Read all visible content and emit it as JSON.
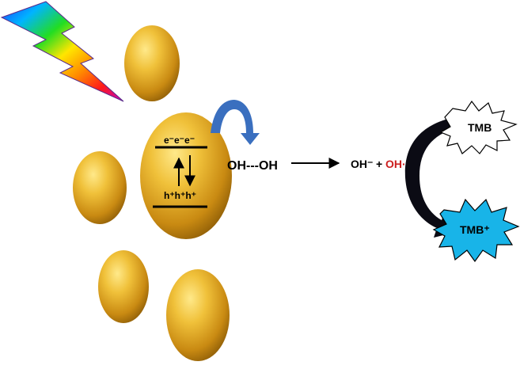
{
  "bands": {
    "electrons": "e⁻e⁻e⁻",
    "holes": "h⁺h⁺h⁺"
  },
  "reactant": "OH---OH",
  "products": {
    "hydroxide": "OH⁻",
    "plus": "+",
    "radical": "OH·"
  },
  "substrate": {
    "reduced": "TMB",
    "oxidized": "TMB⁺"
  },
  "colors": {
    "gold": "#d9a21e",
    "radical_red": "#cc1f1f",
    "curved_arrow_blue": "#3a6fbf",
    "oxidized_star_fill": "#18b4e8",
    "black_arrow": "#0b0b14"
  },
  "icons": {
    "light": "rainbow-lightning-bolt-icon"
  }
}
